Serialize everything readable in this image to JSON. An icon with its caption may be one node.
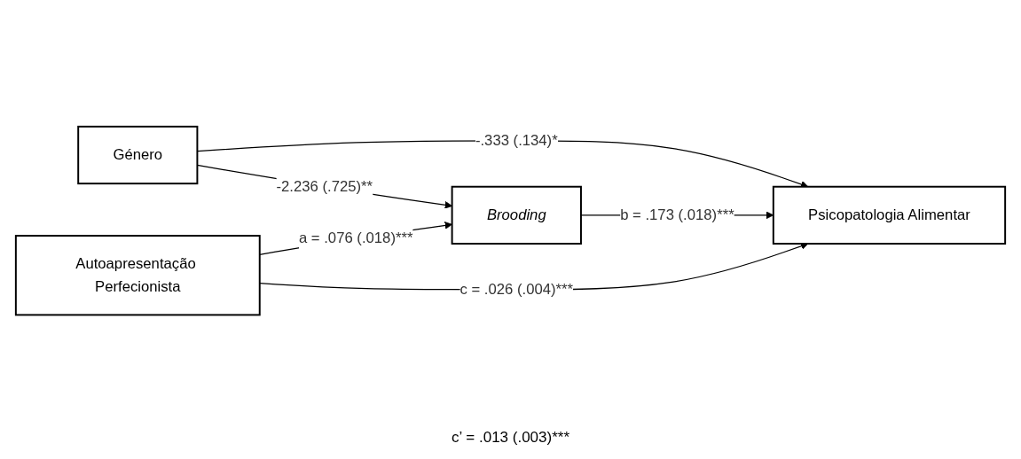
{
  "diagram": {
    "nodes": [
      {
        "text": [
          "Género"
        ]
      },
      {
        "text": [
          "Brooding"
        ]
      },
      {
        "text": [
          "Autoapresentação Perfecionista"
        ]
      },
      {
        "text": [
          "Psicopatologia Alimentar"
        ]
      }
    ],
    "edges": [
      {
        "from": 0,
        "to": 1,
        "arrow": "to",
        "label": "-2.236 (.725)**"
      },
      {
        "from": 0,
        "to": 3,
        "arrow": "to",
        "label": "-.333 (.134)*"
      },
      {
        "from": 2,
        "to": 1,
        "arrow": "to",
        "label": "a = .076 (.018)***"
      },
      {
        "from": 1,
        "to": 3,
        "arrow": "to",
        "label": "b = .173 (.018)***"
      },
      {
        "from": 2,
        "to": 3,
        "arrow": "to",
        "label": "c = .026 (.004)***"
      }
    ],
    "labels": [
      "c’ = .013 (.003)***"
    ]
  }
}
